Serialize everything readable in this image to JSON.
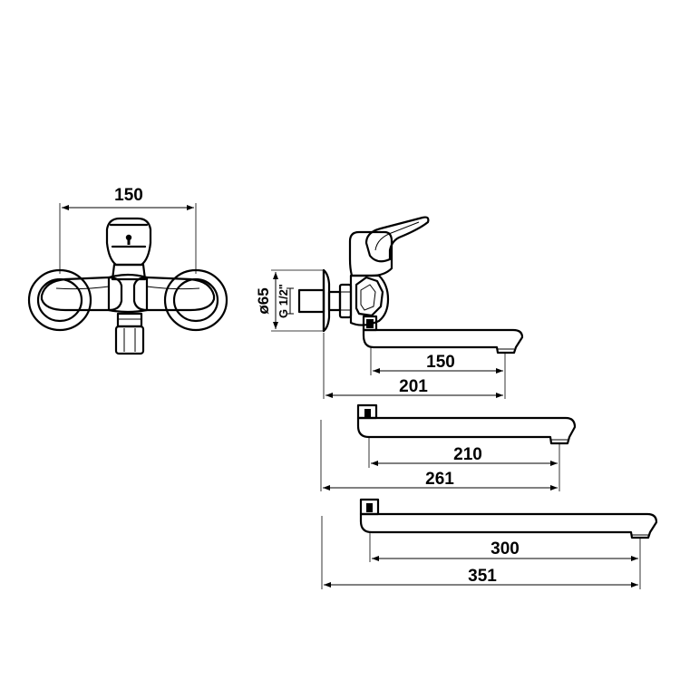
{
  "front_view": {
    "width_label": "150"
  },
  "side_view": {
    "diameter_label": "ø65",
    "thread_label": "G 1/2\"",
    "spout_150": {
      "inner_label": "150",
      "outer_label": "201"
    },
    "spout_210": {
      "inner_label": "210",
      "outer_label": "261"
    },
    "spout_300": {
      "inner_label": "300",
      "outer_label": "351"
    }
  }
}
